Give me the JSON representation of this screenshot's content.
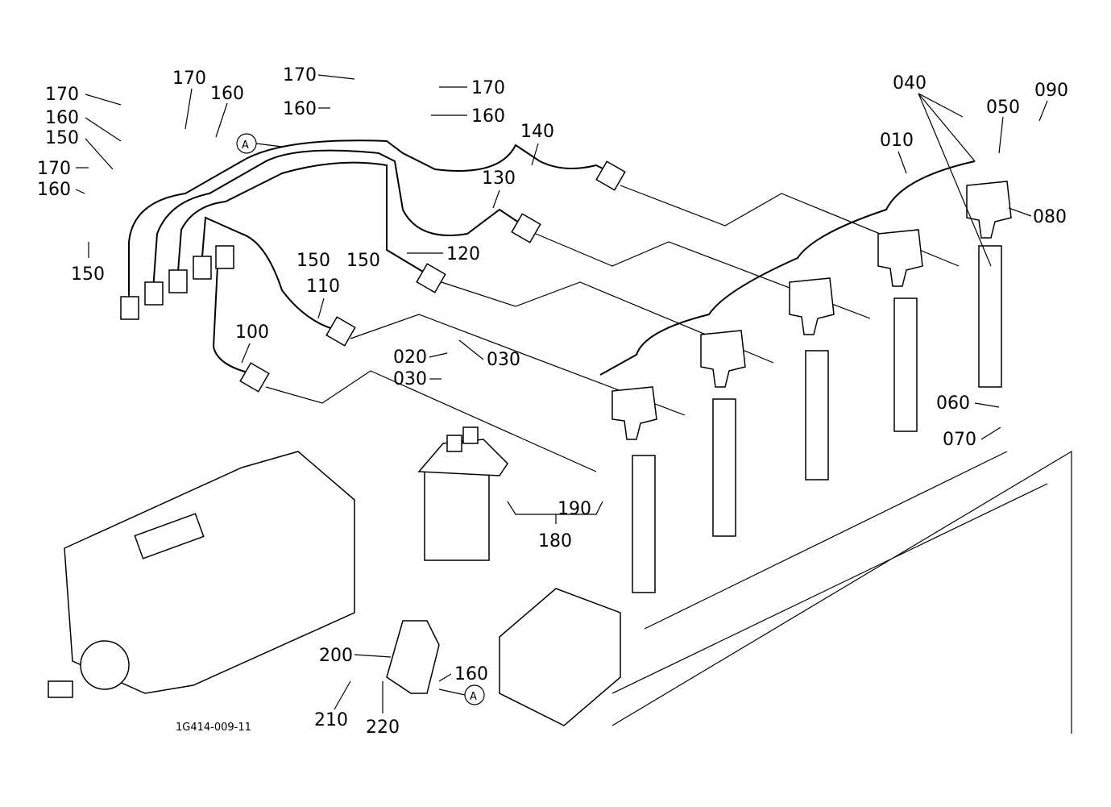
{
  "diagram": {
    "title": "Injection pipes / nozzle holder assembly",
    "reference_code": "1G414-009-11",
    "callout_marker": "A",
    "labels": [
      {
        "id": "l170a",
        "text": "170"
      },
      {
        "id": "l160a",
        "text": "160"
      },
      {
        "id": "l150a",
        "text": "150"
      },
      {
        "id": "l170b",
        "text": "170"
      },
      {
        "id": "l160b",
        "text": "160"
      },
      {
        "id": "l150b",
        "text": "150"
      },
      {
        "id": "l170c",
        "text": "170"
      },
      {
        "id": "l160c",
        "text": "160"
      },
      {
        "id": "l170d",
        "text": "170"
      },
      {
        "id": "l160d",
        "text": "160"
      },
      {
        "id": "l170e",
        "text": "170"
      },
      {
        "id": "l160e",
        "text": "160"
      },
      {
        "id": "l150c",
        "text": "150"
      },
      {
        "id": "l150d",
        "text": "150"
      },
      {
        "id": "l140",
        "text": "140"
      },
      {
        "id": "l130",
        "text": "130"
      },
      {
        "id": "l120",
        "text": "120"
      },
      {
        "id": "l110",
        "text": "110"
      },
      {
        "id": "l100",
        "text": "100"
      },
      {
        "id": "l040",
        "text": "040"
      },
      {
        "id": "l050",
        "text": "050"
      },
      {
        "id": "l090",
        "text": "090"
      },
      {
        "id": "l010",
        "text": "010"
      },
      {
        "id": "l080",
        "text": "080"
      },
      {
        "id": "l020",
        "text": "020"
      },
      {
        "id": "l030a",
        "text": "030"
      },
      {
        "id": "l030b",
        "text": "030"
      },
      {
        "id": "l060",
        "text": "060"
      },
      {
        "id": "l070",
        "text": "070"
      },
      {
        "id": "l190",
        "text": "190"
      },
      {
        "id": "l180",
        "text": "180"
      },
      {
        "id": "l200",
        "text": "200"
      },
      {
        "id": "l160f",
        "text": "160"
      },
      {
        "id": "l210",
        "text": "210"
      },
      {
        "id": "l220",
        "text": "220"
      }
    ]
  }
}
